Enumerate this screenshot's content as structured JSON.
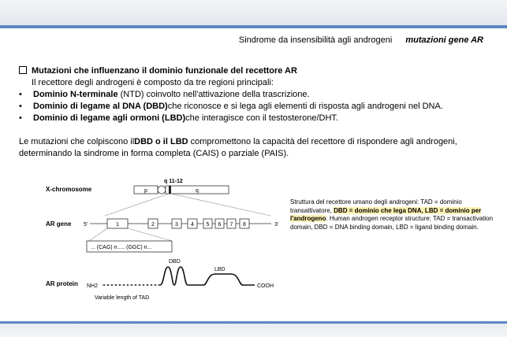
{
  "header": {
    "title": "Sindrome da insensibilità agli androgeni",
    "subtitle": "mutazioni gene AR"
  },
  "body": {
    "heading": "Mutazioni che influenzano il dominio funzionale del recettore AR",
    "intro": "Il recettore degli androgeni è composto da tre regioni principali:",
    "bullets": [
      {
        "bold": "Dominio N-terminale",
        "rest": " (NTD) coinvolto nell'attivazione della trascrizione."
      },
      {
        "bold": "Dominio di legame al DNA (DBD)",
        "rest": "che riconosce e si lega agli elementi di risposta agli androgeni nel DNA."
      },
      {
        "bold": "Dominio di legame agli ormoni (LBD)",
        "rest": "che interagisce con il testosterone/DHT."
      }
    ],
    "para_line1_pre": "Le mutazioni che colpiscono il",
    "para_line1_bold": "DBD o il LBD",
    "para_line1_post": " compromettono la capacità del recettore di rispondere agli androgeni,",
    "para_line2": "determinando la sindrome in forma completa (CAIS) o parziale (PAIS)."
  },
  "figure": {
    "x_chromosome_label": "X-chromosome",
    "q_band": "q 11-12",
    "p_arm": "p",
    "q_arm": "q",
    "ar_gene_label": "AR gene",
    "five_prime": "5'",
    "three_prime": "3'",
    "exons": [
      "1",
      "2",
      "3",
      "4",
      "5",
      "6",
      "7",
      "8"
    ],
    "repeats": "... (CAG) n..... (GGC) n...",
    "ar_protein_label": "AR protein",
    "nh2": "NH2",
    "dbd": "DBD",
    "lbd": "LBD",
    "cooh": "COOH",
    "tad_note": "Variable length of TAD"
  },
  "caption": {
    "part1": "Struttura del recettore umano degli androgeni: TAD = dominio transattivatore, ",
    "highlight": "DBD = dominio che lega DNA, LBD = dominio per l'androgeno",
    "part2": ". Human androgen receptor structure: TAD = transactivation domain, DBD = DNA binding domain, LBD = ligand binding domain."
  }
}
